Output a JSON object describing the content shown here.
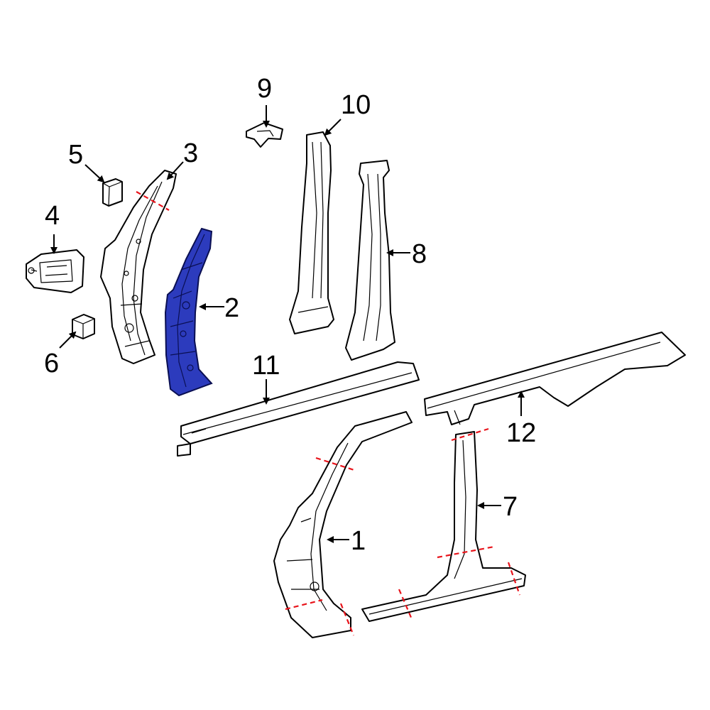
{
  "diagram": {
    "highlight_color": "#2c3bbd",
    "cut_line_color": "#e8141b",
    "highlighted_part": "2",
    "callouts": [
      {
        "id": "1",
        "label": "1"
      },
      {
        "id": "2",
        "label": "2"
      },
      {
        "id": "3",
        "label": "3"
      },
      {
        "id": "4",
        "label": "4"
      },
      {
        "id": "5",
        "label": "5"
      },
      {
        "id": "6",
        "label": "6"
      },
      {
        "id": "7",
        "label": "7"
      },
      {
        "id": "8",
        "label": "8"
      },
      {
        "id": "9",
        "label": "9"
      },
      {
        "id": "10",
        "label": "10"
      },
      {
        "id": "11",
        "label": "11"
      },
      {
        "id": "12",
        "label": "12"
      }
    ]
  }
}
